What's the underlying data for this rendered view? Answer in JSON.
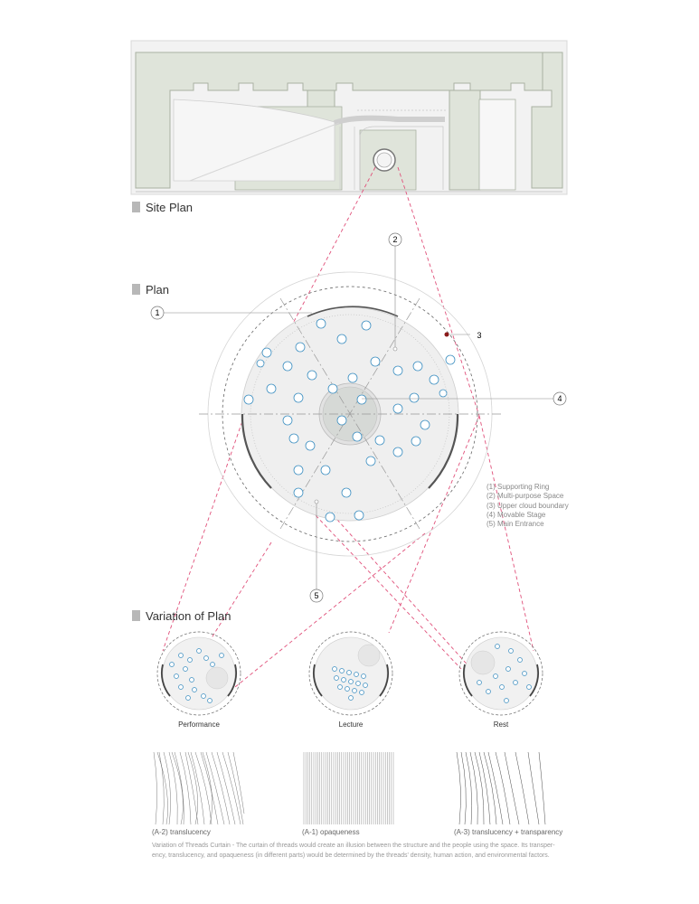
{
  "site_plan": {
    "title": "Site Plan"
  },
  "plan": {
    "title": "Plan",
    "callouts": [
      "1",
      "2",
      "3",
      "4",
      "5"
    ],
    "legend": [
      "(1) Supporting Ring",
      "(2) Multi-purpose Space",
      "(3) Upper cloud boundary",
      "(4) Movable Stage",
      "(5) Main Entrance"
    ]
  },
  "variation": {
    "title": "Variation of Plan",
    "items": [
      {
        "label": "Performance"
      },
      {
        "label": "Lecture"
      },
      {
        "label": "Rest"
      }
    ]
  },
  "curtains": {
    "labels": [
      "(A-2) translucency",
      "(A-1) opaqueness",
      "(A-3) translucency + transparency"
    ],
    "caption_lines": [
      "Variation of Threads Curtain - The curtain of threads would create an illusion between the structure and the people using the space. Its transper-",
      "ency, translucency, and opaqueness (in different parts) would be determined by the threads' density, human action, and environmental factors."
    ]
  },
  "colors": {
    "building": "#dfe4da",
    "building_stroke": "#a9b1a2",
    "ground": "#efefef",
    "dashed_red": "#e0507a",
    "accent_dot": "#8a1a1a",
    "person_blue": "#3d8fc1"
  }
}
